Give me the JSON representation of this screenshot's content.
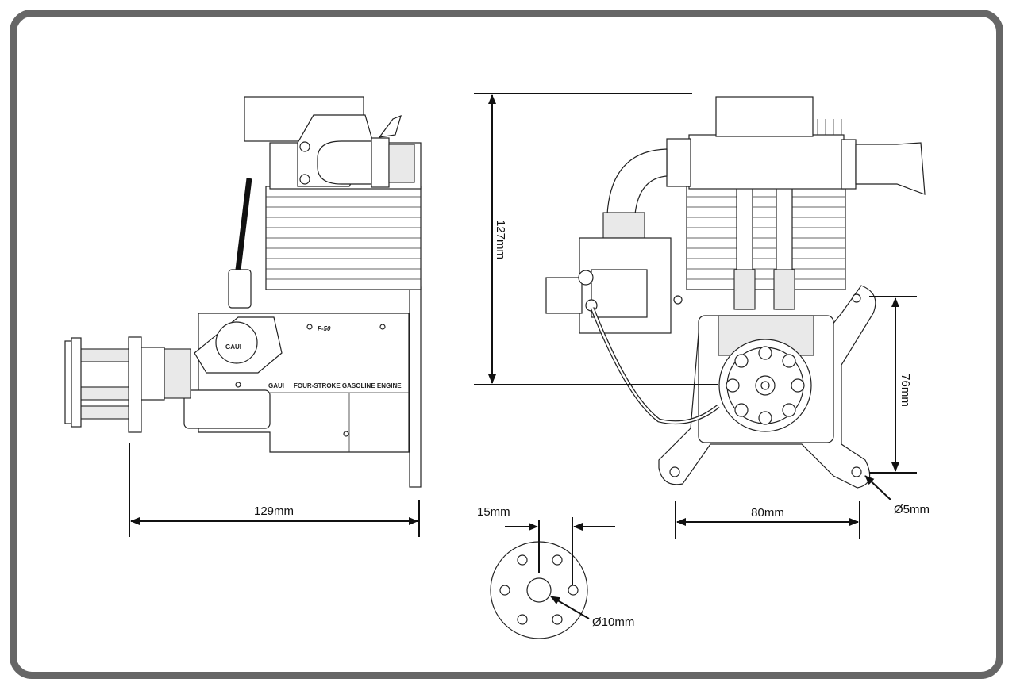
{
  "dimensions": {
    "side_width": "129mm",
    "height": "127mm",
    "mount_height": "76mm",
    "mount_width": "80mm",
    "mount_hole": "Ø5mm",
    "hub_offset": "15mm",
    "hub_bore": "Ø10mm"
  },
  "engine_labels": {
    "model_mark": "F-50",
    "brand": "GAUI",
    "brand_badge": "GAUI",
    "description": "FOUR-STROKE GASOLINE ENGINE"
  },
  "colors": {
    "frame_border": "#666666",
    "line": "#111111"
  }
}
